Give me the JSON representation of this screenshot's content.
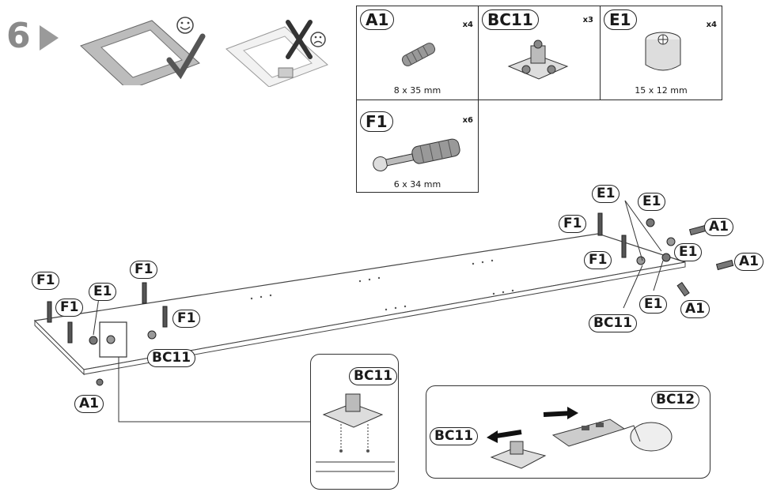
{
  "step_number": "6",
  "parts": [
    {
      "code": "A1",
      "qty": "x4",
      "dim": "8 x 35 mm"
    },
    {
      "code": "BC11",
      "qty": "x3",
      "dim": ""
    },
    {
      "code": "E1",
      "qty": "x4",
      "dim": "15 x 12 mm"
    },
    {
      "code": "F1",
      "qty": "x6",
      "dim": "6 x 34 mm"
    }
  ],
  "labels": {
    "f1": "F1",
    "e1": "E1",
    "a1": "A1",
    "bc11": "BC11",
    "bc12": "BC12"
  },
  "icons": {
    "good": "smile-icon",
    "bad": "frown-icon"
  }
}
